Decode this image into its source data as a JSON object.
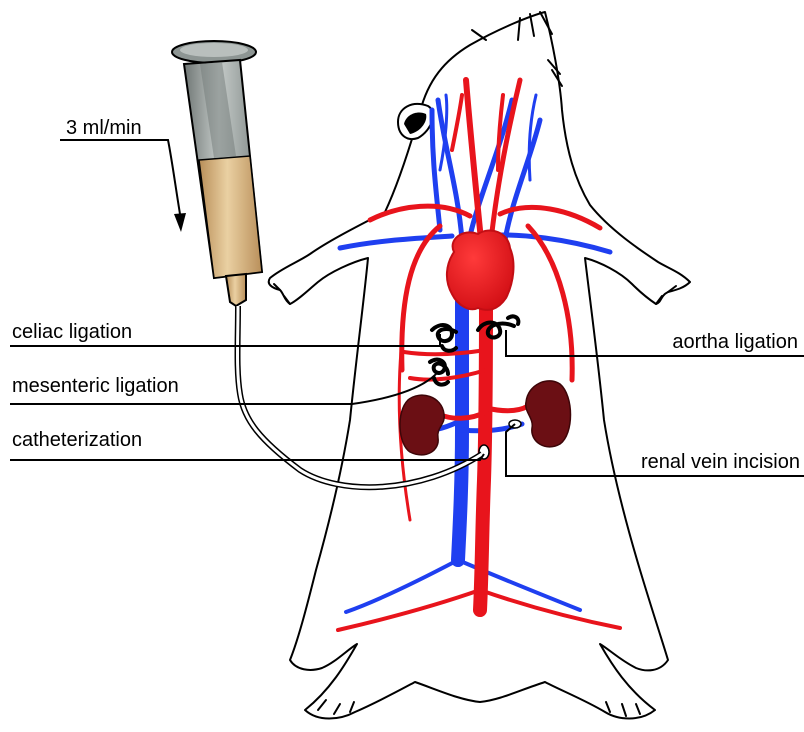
{
  "labels": {
    "flow_rate": "3 ml/min",
    "celiac": "celiac ligation",
    "mesenteric": "mesenteric ligation",
    "catheterization": "catheterization",
    "aorta": "aortha ligation",
    "renal_vein": "renal vein incision"
  },
  "colors": {
    "artery": "#e8141c",
    "vein": "#1f3ff0",
    "heart": "#e8141c",
    "kidney": "#6b0f14",
    "syringe_fluid": "#d9b27c",
    "syringe_barrel": "#9aa3a1"
  }
}
